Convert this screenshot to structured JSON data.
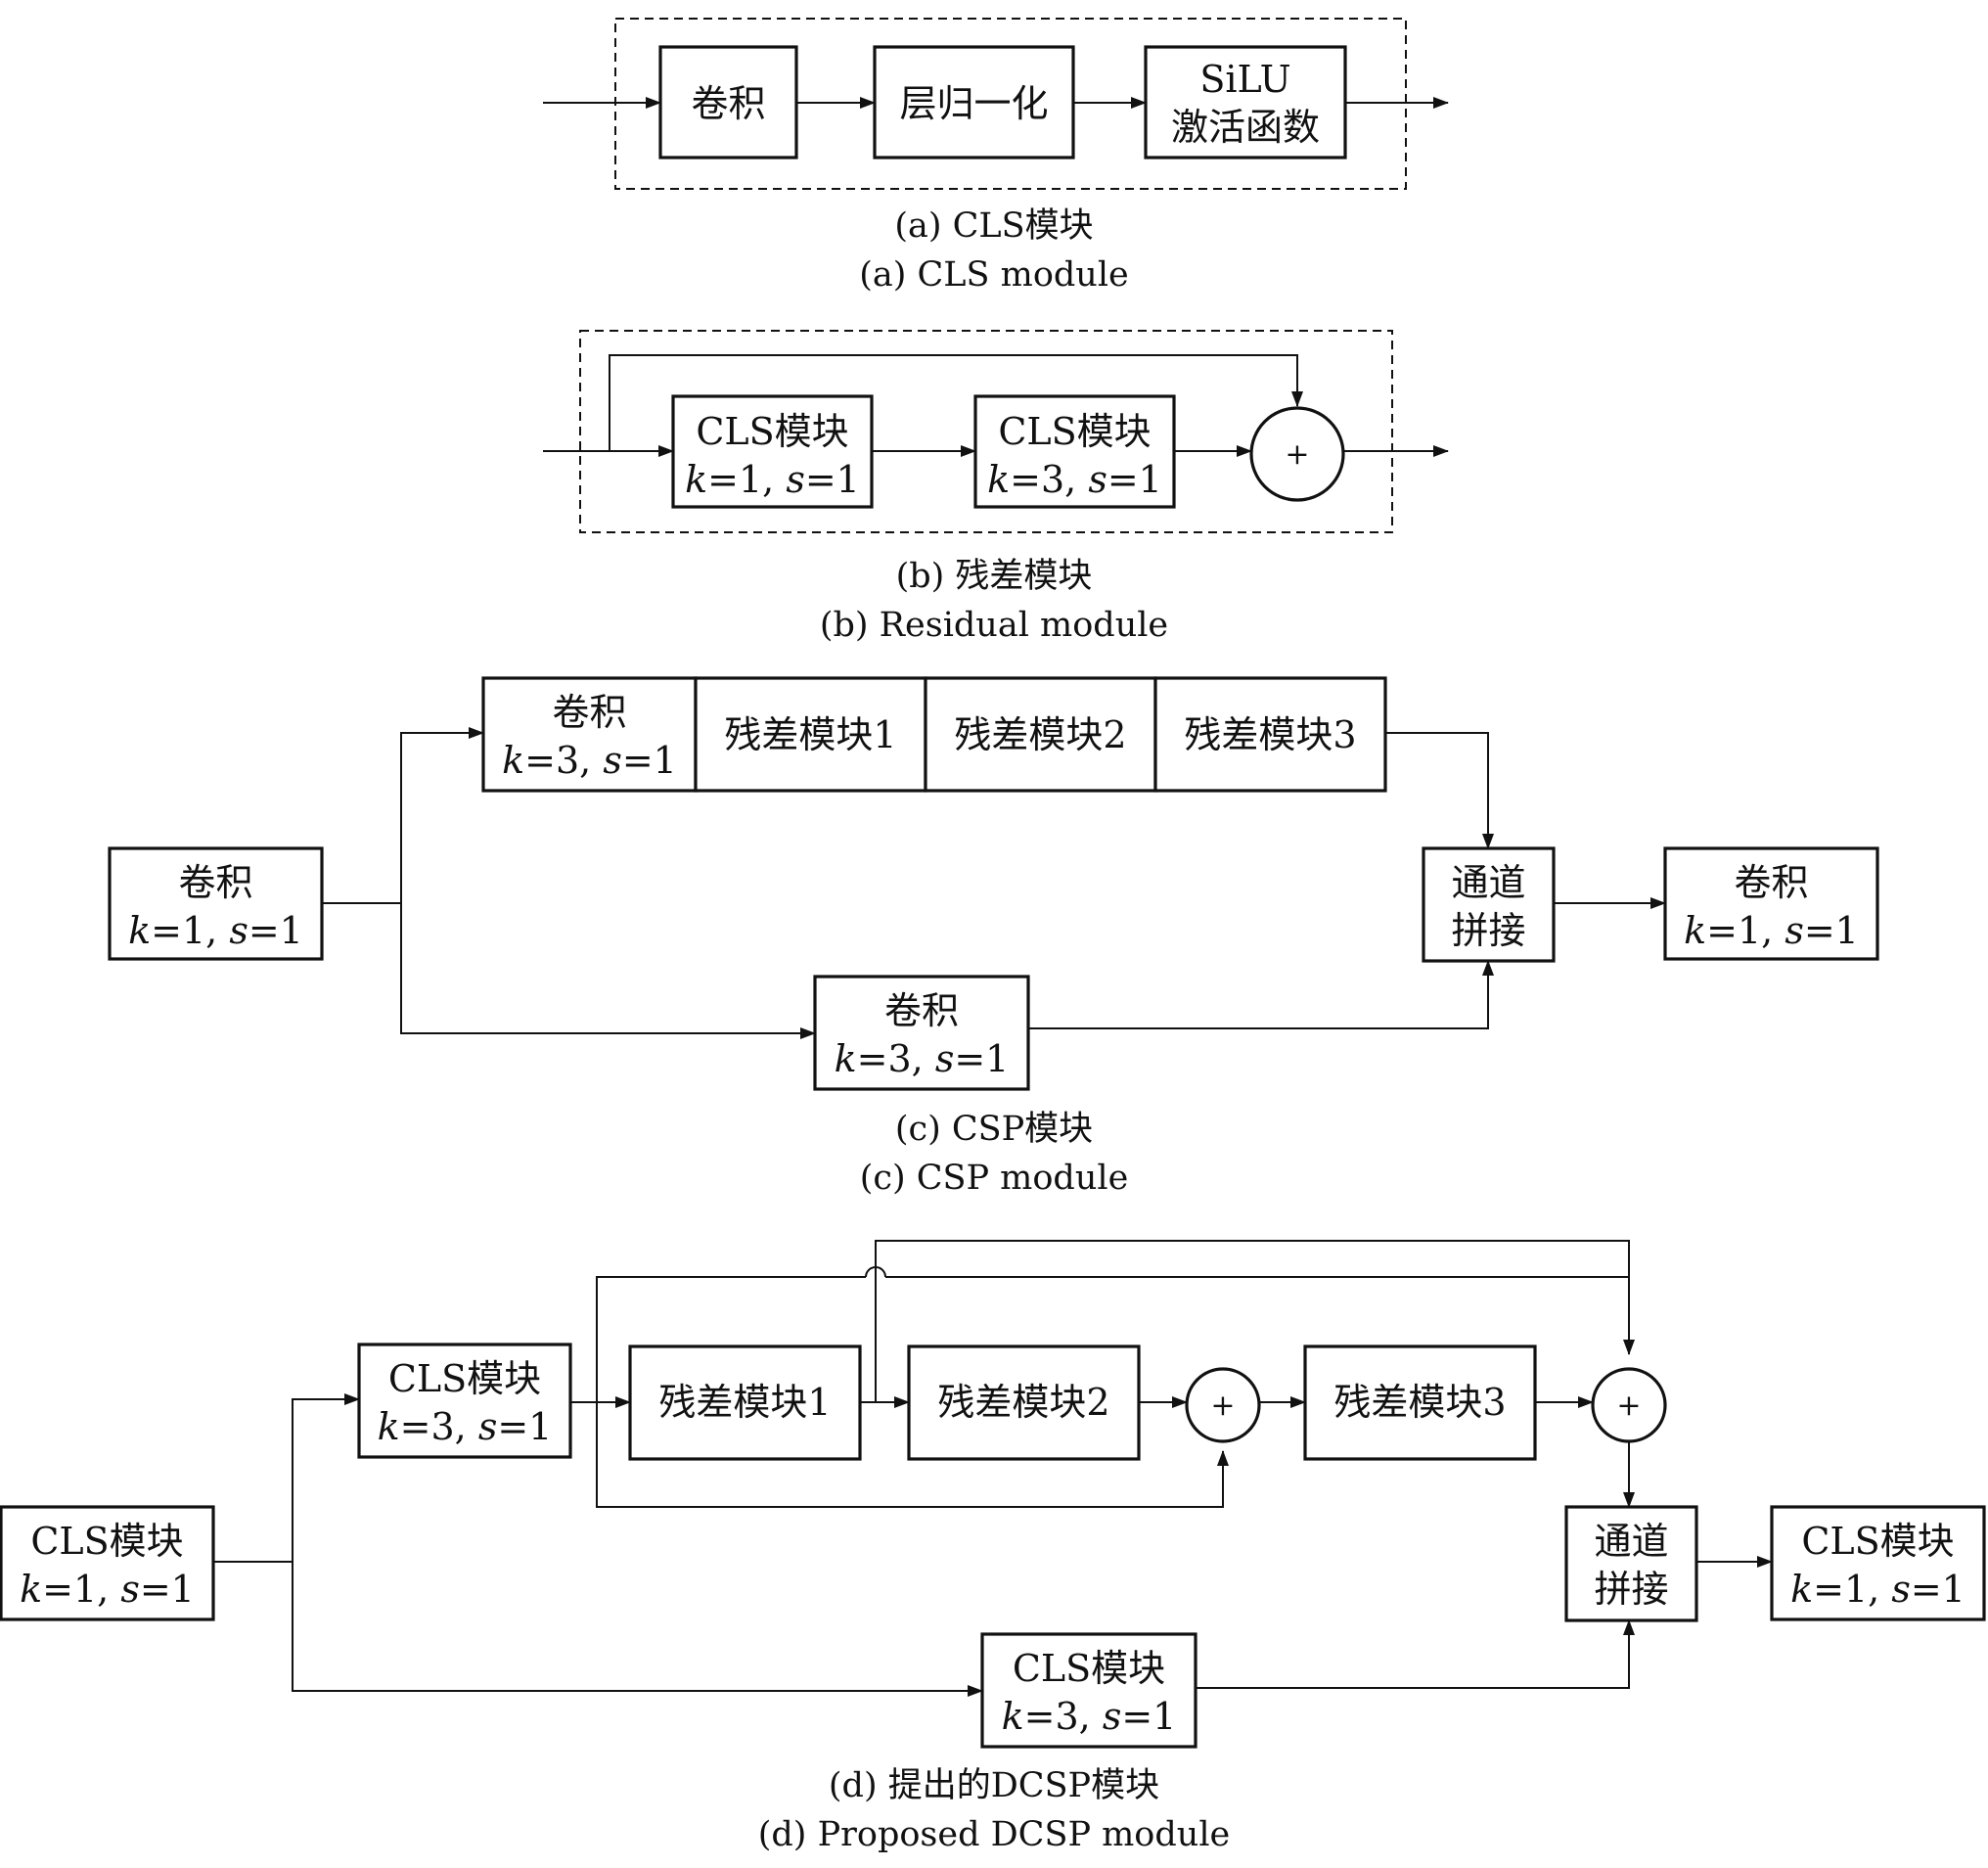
{
  "diagram": {
    "a": {
      "caption_zh": "(a) CLS模块",
      "caption_en": "(a) CLS module",
      "conv": "卷积",
      "layernorm": "层归一化",
      "silu_1": "SiLU",
      "silu_2": "激活函数"
    },
    "b": {
      "caption_zh": "(b) 残差模块",
      "caption_en": "(b) Residual module",
      "cls1_title": "CLS模块",
      "cls1_k": "k",
      "cls1_rest": "=1, ",
      "cls1_s": "s",
      "cls1_end": "=1",
      "cls2_title": "CLS模块",
      "cls2_k": "k",
      "cls2_rest": "=3, ",
      "cls2_s": "s",
      "cls2_end": "=1",
      "add": "+"
    },
    "c": {
      "caption_zh": "(c) CSP模块",
      "caption_en": "(c) CSP module",
      "in_title": "卷积",
      "in_k": "k",
      "in_rest": "=1, ",
      "in_s": "s",
      "in_end": "=1",
      "top_conv_title": "卷积",
      "top_conv_k": "k",
      "top_conv_rest": "=3, ",
      "top_conv_s": "s",
      "top_conv_end": "=1",
      "res1": "残差模块1",
      "res2": "残差模块2",
      "res3": "残差模块3",
      "concat_1": "通道",
      "concat_2": "拼接",
      "out_title": "卷积",
      "out_k": "k",
      "out_rest": "=1, ",
      "out_s": "s",
      "out_end": "=1",
      "bot_title": "卷积",
      "bot_k": "k",
      "bot_rest": "=3, ",
      "bot_s": "s",
      "bot_end": "=1"
    },
    "d": {
      "caption_zh": "(d) 提出的DCSP模块",
      "caption_en": "(d) Proposed DCSP module",
      "in_title": "CLS模块",
      "in_k": "k",
      "in_rest": "=1, ",
      "in_s": "s",
      "in_end": "=1",
      "cls_top_title": "CLS模块",
      "cls_top_k": "k",
      "cls_top_rest": "=3, ",
      "cls_top_s": "s",
      "cls_top_end": "=1",
      "res1": "残差模块1",
      "res2": "残差模块2",
      "res3": "残差模块3",
      "add": "+",
      "concat_1": "通道",
      "concat_2": "拼接",
      "out_title": "CLS模块",
      "out_k": "k",
      "out_rest": "=1, ",
      "out_s": "s",
      "out_end": "=1",
      "bot_title": "CLS模块",
      "bot_k": "k",
      "bot_rest": "=3, ",
      "bot_s": "s",
      "bot_end": "=1"
    }
  }
}
